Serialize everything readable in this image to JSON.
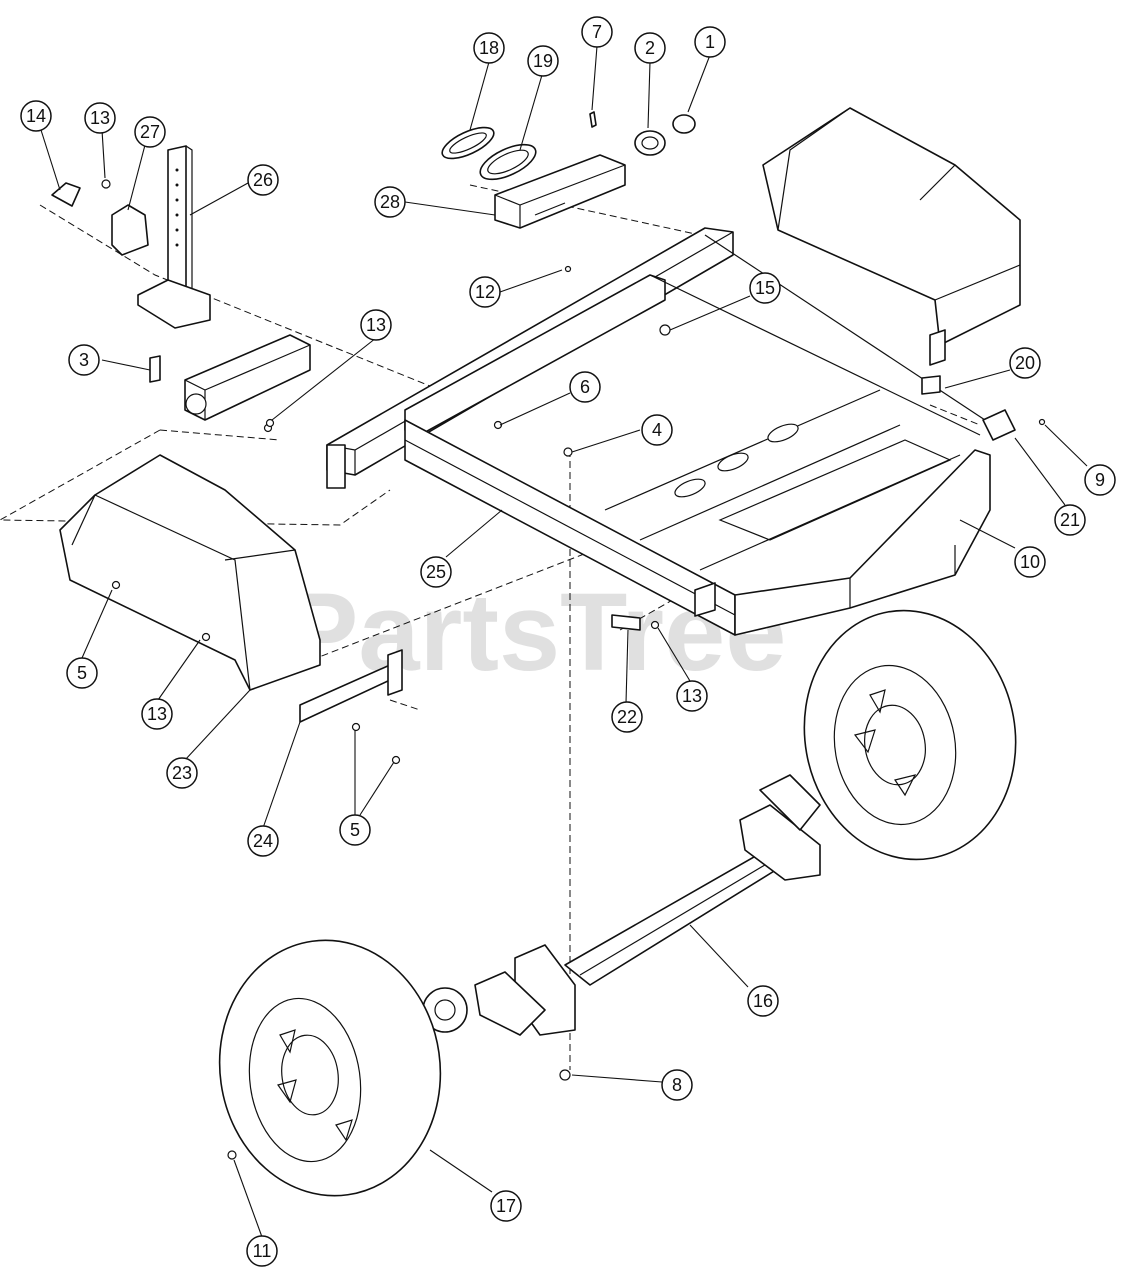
{
  "watermark": "PartsTree",
  "callouts": [
    "1",
    "2",
    "3",
    "4",
    "5",
    "5",
    "6",
    "7",
    "8",
    "9",
    "10",
    "11",
    "12",
    "13",
    "13",
    "13",
    "13",
    "14",
    "15",
    "16",
    "17",
    "18",
    "19",
    "20",
    "21",
    "22",
    "23",
    "24",
    "25",
    "26",
    "27",
    "28"
  ]
}
